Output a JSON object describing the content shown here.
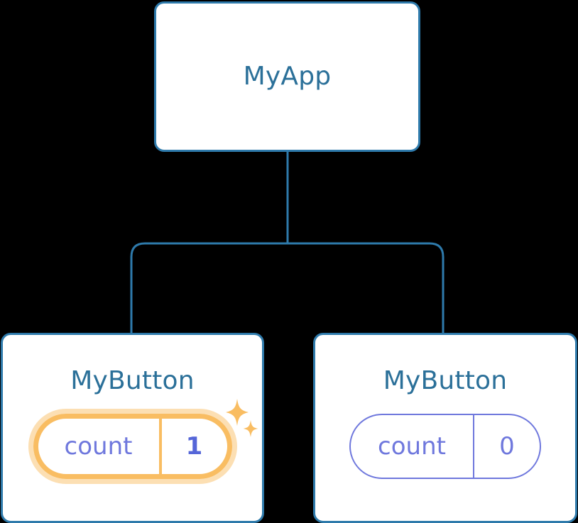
{
  "theme": {
    "background": "#000000",
    "card_fill": "#ffffff",
    "card_border": "#2e7aab",
    "title_color": "#2b7099",
    "connector_color": "#2e7aab",
    "pill_plain_color": "#6f78dd",
    "pill_highlight_color": "#f9bd62",
    "pill_glow_color": "#fcdfb3",
    "value_highlight_color": "#5566d8",
    "sparkle_color": "#f9bd62"
  },
  "tree": {
    "root": {
      "title": "MyApp"
    },
    "children": [
      {
        "title": "MyButton",
        "state": {
          "key": "count",
          "value": "1"
        },
        "highlighted": true,
        "sparkle_large": "sparkle-icon",
        "sparkle_small": "sparkle-icon"
      },
      {
        "title": "MyButton",
        "state": {
          "key": "count",
          "value": "0"
        },
        "highlighted": false
      }
    ]
  }
}
